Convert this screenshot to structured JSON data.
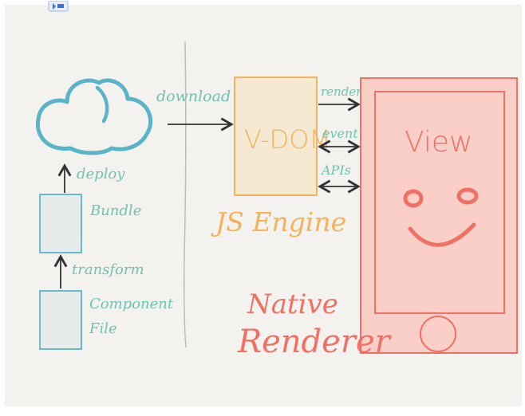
{
  "diagram": {
    "cloud": {
      "upload_label": "download"
    },
    "left_column": {
      "deploy_label": "deploy",
      "bundle_label": "Bundle",
      "transform_label": "transform",
      "component_label_line1": "Component",
      "component_label_line2": "File"
    },
    "engine": {
      "vdom_label": "V-DOM",
      "engine_label": "JS Engine"
    },
    "arrows": {
      "render_label": "render",
      "event_label": "event",
      "apis_label": "APIs"
    },
    "phone": {
      "view_label": "View"
    },
    "native": {
      "line1": "Native",
      "line2": "Renderer"
    },
    "colors": {
      "background": "#f4f2ee",
      "teal": "#5ab4c8",
      "teal_text": "#6cc3b4",
      "orange": "#f3b25c",
      "orange_fill": "#f5e9d2",
      "red": "#f07064",
      "red_fill": "#f9cfc8",
      "dark": "#333333"
    }
  }
}
